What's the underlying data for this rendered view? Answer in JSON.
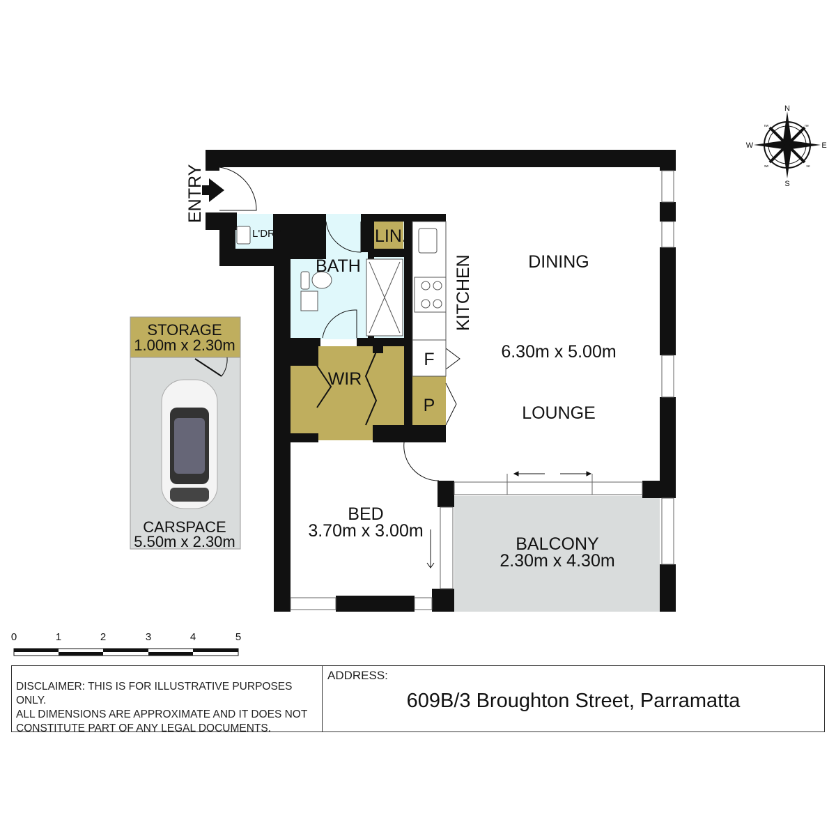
{
  "rooms": {
    "entry": "ENTRY",
    "laundry": "L'DRY",
    "bath": "BATH",
    "linen": "LIN.",
    "kitchen": "KITCHEN",
    "dining": "DINING",
    "living_dims": "6.30m x 5.00m",
    "lounge": "LOUNGE",
    "fridge": "F",
    "pantry": "P",
    "wir": "WIR",
    "bed": "BED",
    "bed_dims": "3.70m x 3.00m",
    "balcony": "BALCONY",
    "balcony_dims": "2.30m x 4.30m",
    "storage": "STORAGE",
    "storage_dims": "1.00m x 2.30m",
    "carspace": "CARSPACE",
    "carspace_dims": "5.50m x 2.30m"
  },
  "compass": {
    "n": "N",
    "s": "S",
    "e": "E",
    "w": "W",
    "nw": "nw",
    "ne": "ne",
    "sw": "sw",
    "se": "se"
  },
  "scale": {
    "ticks": [
      "0",
      "1",
      "2",
      "3",
      "4",
      "5"
    ]
  },
  "info": {
    "disclaimer_1": "DISCLAIMER: THIS IS FOR ILLUSTRATIVE PURPOSES ONLY.",
    "disclaimer_2": "ALL DIMENSIONS ARE APPROXIMATE AND IT DOES NOT",
    "disclaimer_3": "CONSTITUTE PART OF ANY LEGAL DOCUMENTS.",
    "address_label": "ADDRESS:",
    "address": "609B/3 Broughton Street, Parramatta"
  },
  "colors": {
    "wall": "#111111",
    "storage": "#bfae5e",
    "wet": "#e0f8fb",
    "balcony": "#d9dcdc"
  }
}
